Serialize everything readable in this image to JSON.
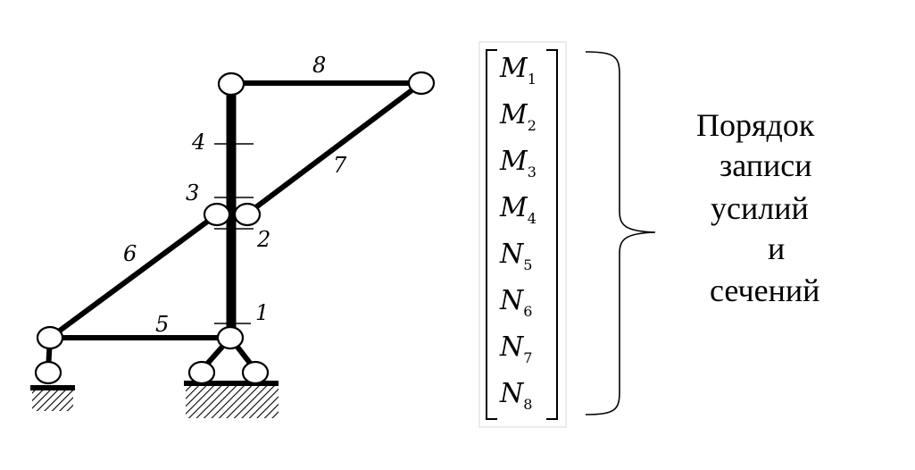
{
  "diagram": {
    "element_labels": [
      "1",
      "2",
      "3",
      "4",
      "5",
      "6",
      "7",
      "8"
    ],
    "vector": [
      {
        "symbol": "M",
        "index": "1"
      },
      {
        "symbol": "M",
        "index": "2"
      },
      {
        "symbol": "M",
        "index": "3"
      },
      {
        "symbol": "M",
        "index": "4"
      },
      {
        "symbol": "N",
        "index": "5"
      },
      {
        "symbol": "N",
        "index": "6"
      },
      {
        "symbol": "N",
        "index": "7"
      },
      {
        "symbol": "N",
        "index": "8"
      }
    ],
    "caption": [
      "Порядок",
      "записи",
      "усилий",
      "и",
      "сечений"
    ]
  }
}
